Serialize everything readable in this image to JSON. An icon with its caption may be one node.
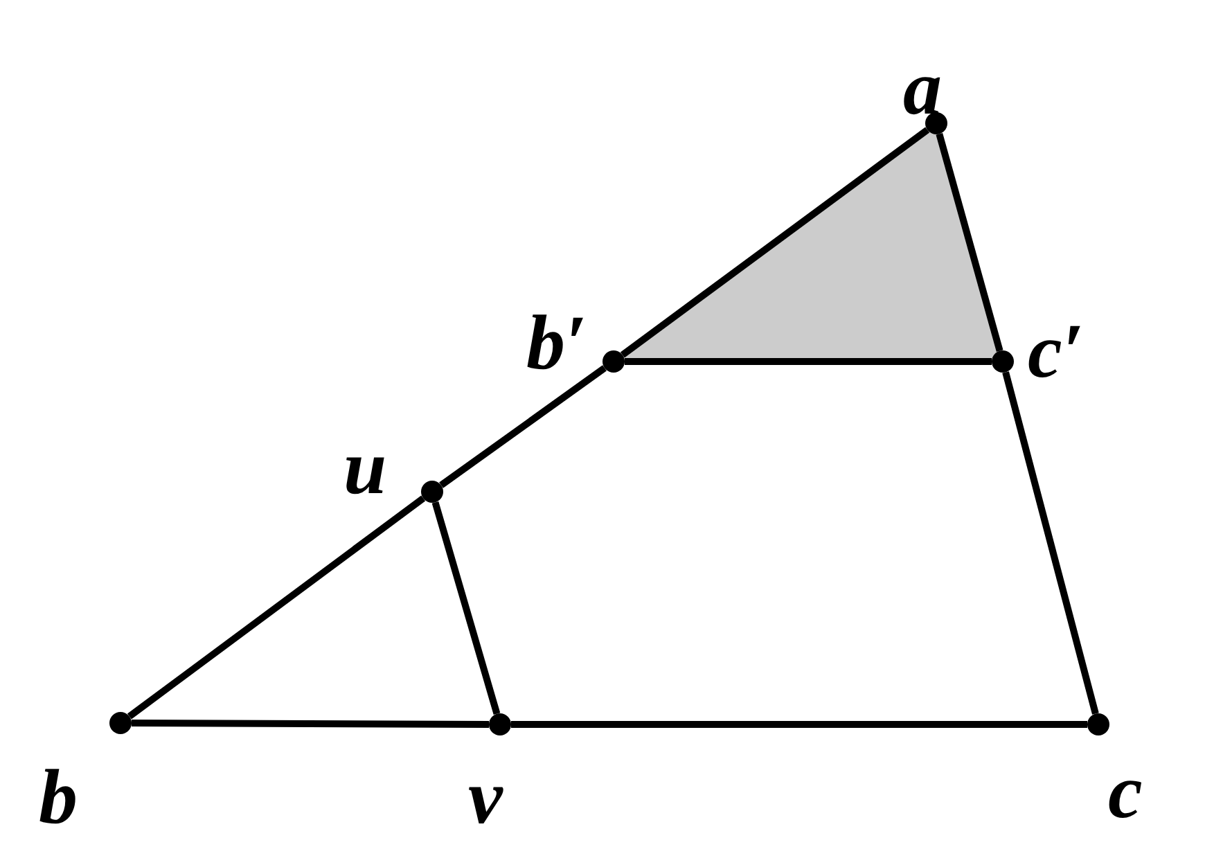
{
  "diagram": {
    "nodes": [
      {
        "text": [],
        "shape": "circle",
        "beside": [
          "a"
        ]
      },
      {
        "text": [],
        "shape": "circle",
        "beside": [
          "b′"
        ]
      },
      {
        "text": [],
        "shape": "circle",
        "beside": [
          "c′"
        ]
      },
      {
        "text": [],
        "shape": "circle",
        "beside": [
          "u"
        ]
      },
      {
        "text": [],
        "shape": "circle",
        "beside": [
          "b"
        ]
      },
      {
        "text": [],
        "shape": "circle",
        "beside": [
          "v"
        ]
      },
      {
        "text": [],
        "shape": "circle",
        "beside": [
          "c"
        ]
      }
    ],
    "edges": [
      {
        "from": 0,
        "to": 1,
        "arrow": "none"
      },
      {
        "from": 1,
        "to": 3,
        "arrow": "none"
      },
      {
        "from": 3,
        "to": 4,
        "arrow": "none"
      },
      {
        "from": 4,
        "to": 5,
        "arrow": "none"
      },
      {
        "from": 5,
        "to": 6,
        "arrow": "none"
      },
      {
        "from": 6,
        "to": 2,
        "arrow": "none"
      },
      {
        "from": 2,
        "to": 0,
        "arrow": "none"
      },
      {
        "from": 1,
        "to": 2,
        "arrow": "none"
      },
      {
        "from": 3,
        "to": 5,
        "arrow": "none"
      }
    ]
  }
}
